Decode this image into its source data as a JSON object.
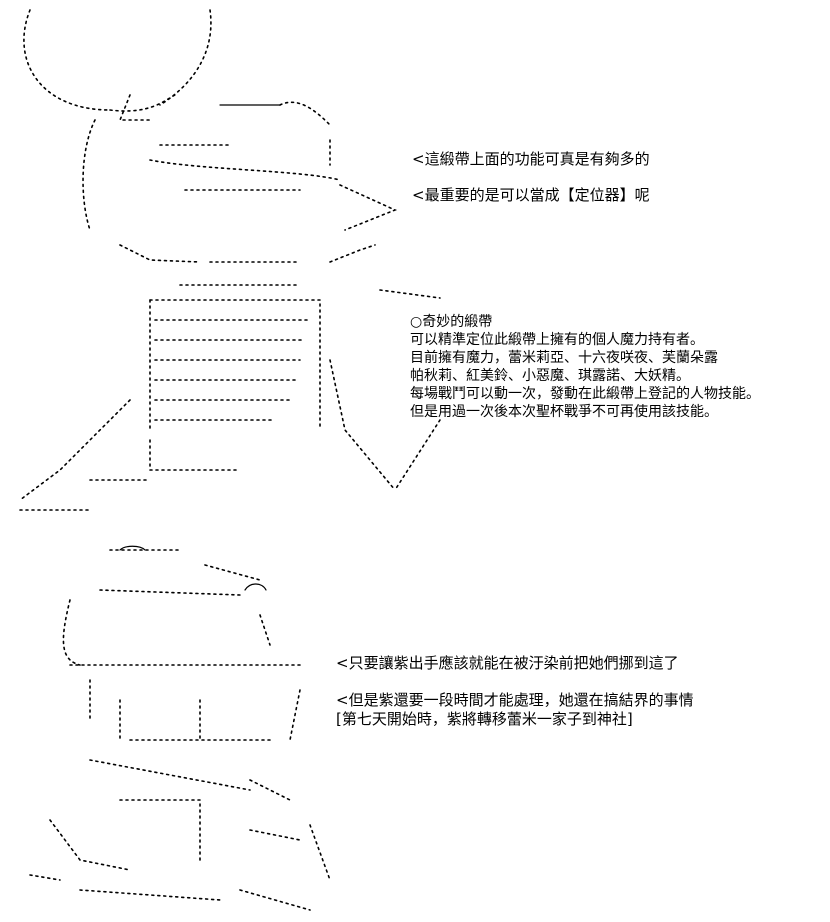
{
  "top_panel": {
    "speech_1": "<這緞帶上面的功能可真是有夠多的",
    "speech_2": "<最重要的是可以當成【定位器】呢",
    "info": {
      "title": "○奇妙的緞帶",
      "line_1": "可以精準定位此緞帶上擁有的個人魔力持有者。",
      "line_2": "目前擁有魔力，蕾米莉亞、十六夜咲夜、芙蘭朵露",
      "line_3": "帕秋莉、紅美鈴、小惡魔、琪露諾、大妖精。",
      "line_4": "每場戰鬥可以動一次，發動在此緞帶上登記的人物技能。",
      "line_5": "但是用過一次後本次聖杯戰爭不可再使用該技能。"
    }
  },
  "bottom_panel": {
    "speech_1": "<只要讓紫出手應該就能在被汙染前把她們挪到這了",
    "speech_2": "<但是紫還要一段時間才能處理，她還在搞結界的事情",
    "note": "[第七天開始時，紫將轉移蕾米一家子到神社]"
  }
}
